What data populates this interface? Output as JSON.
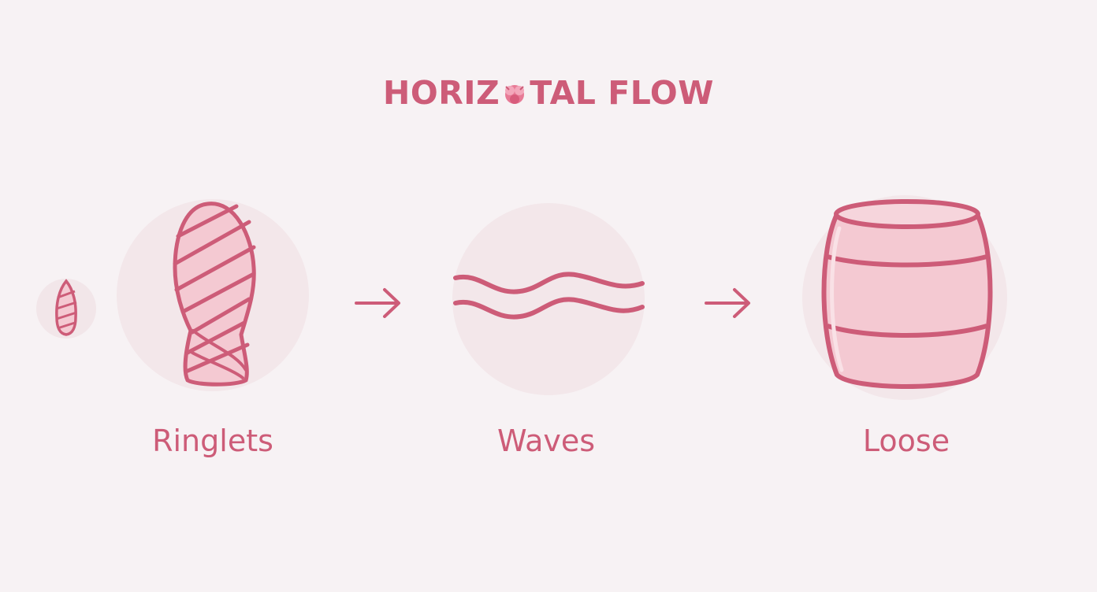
{
  "title": {
    "before": "HORIZ",
    "after": "TAL FLOW"
  },
  "stages": [
    {
      "label": "Ringlets",
      "icon": "ringlet-spiral-icon"
    },
    {
      "label": "Waves",
      "icon": "wave-lines-icon"
    },
    {
      "label": "Loose",
      "icon": "barrel-icon"
    }
  ],
  "colors": {
    "background": "#f7f2f4",
    "accent": "#cd5c78",
    "fill_light": "#f4c9d2",
    "circle_bg": "#f3e7ea"
  }
}
